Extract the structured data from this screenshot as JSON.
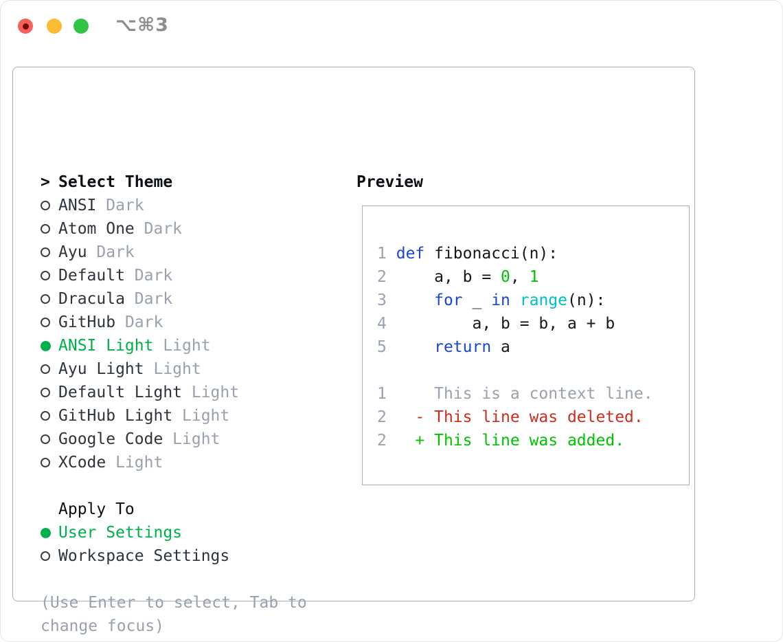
{
  "window": {
    "title": "⌥⌘3"
  },
  "colors": {
    "tl_red": "#f8605a",
    "tl_red_dot": "#730b03",
    "tl_yellow": "#fcbc33",
    "tl_green": "#30c546",
    "title_gray": "#8c8c91",
    "border": "#a8b0bb",
    "heading": "#0c0f13",
    "dark_text": "#2e343c",
    "muted": "#99a1ad",
    "ui_green": "#00b04a",
    "kw_blue": "#1a46d3",
    "builtin_cyan": "#00bfc7",
    "lit_green": "#00c300",
    "del_red": "#cb2e1c",
    "code_text": "#14171b"
  },
  "theme_picker": {
    "heading_prefix": ">",
    "heading": "Select Theme",
    "items": [
      {
        "name": "ANSI",
        "tag": "Dark",
        "selected": false
      },
      {
        "name": "Atom One",
        "tag": "Dark",
        "selected": false
      },
      {
        "name": "Ayu",
        "tag": "Dark",
        "selected": false
      },
      {
        "name": "Default",
        "tag": "Dark",
        "selected": false
      },
      {
        "name": "Dracula",
        "tag": "Dark",
        "selected": false
      },
      {
        "name": "GitHub",
        "tag": "Dark",
        "selected": false
      },
      {
        "name": "ANSI Light",
        "tag": "Light",
        "selected": true
      },
      {
        "name": "Ayu Light",
        "tag": "Light",
        "selected": false
      },
      {
        "name": "Default Light",
        "tag": "Light",
        "selected": false
      },
      {
        "name": "GitHub Light",
        "tag": "Light",
        "selected": false
      },
      {
        "name": "Google Code",
        "tag": "Light",
        "selected": false
      },
      {
        "name": "XCode",
        "tag": "Light",
        "selected": false
      }
    ]
  },
  "apply_to": {
    "heading": "Apply To",
    "options": [
      {
        "label": "User Settings",
        "selected": true
      },
      {
        "label": "Workspace Settings",
        "selected": false
      }
    ]
  },
  "hint_lines": [
    "(Use Enter to select, Tab to",
    "change focus)"
  ],
  "preview": {
    "heading": "Preview",
    "lines": [
      {
        "kind": "code-line",
        "num": "1",
        "tokens": [
          {
            "t": " ",
            "s": "plain"
          },
          {
            "t": "def",
            "s": "kw"
          },
          {
            "t": " fibonacci(n):",
            "s": "plain"
          }
        ]
      },
      {
        "kind": "code-line",
        "num": "2",
        "tokens": [
          {
            "t": "     a, b = ",
            "s": "plain"
          },
          {
            "t": "0",
            "s": "num"
          },
          {
            "t": ", ",
            "s": "plain"
          },
          {
            "t": "1",
            "s": "num"
          }
        ]
      },
      {
        "kind": "code-line",
        "num": "3",
        "tokens": [
          {
            "t": "     ",
            "s": "plain"
          },
          {
            "t": "for",
            "s": "kw"
          },
          {
            "t": " _ ",
            "s": "plain"
          },
          {
            "t": "in",
            "s": "kw"
          },
          {
            "t": " ",
            "s": "plain"
          },
          {
            "t": "range",
            "s": "builtin"
          },
          {
            "t": "(n):",
            "s": "plain"
          }
        ]
      },
      {
        "kind": "code-line",
        "num": "4",
        "tokens": [
          {
            "t": "         a, b = b, a + b",
            "s": "plain"
          }
        ]
      },
      {
        "kind": "code-line",
        "num": "5",
        "tokens": [
          {
            "t": "     ",
            "s": "plain"
          },
          {
            "t": "return",
            "s": "kw"
          },
          {
            "t": " a",
            "s": "plain"
          }
        ]
      },
      {
        "kind": "blank-line",
        "num": "",
        "tokens": []
      },
      {
        "kind": "diff-context-line",
        "num": "1",
        "tokens": [
          {
            "t": "     This is a context line.",
            "s": "context"
          }
        ]
      },
      {
        "kind": "diff-deleted-line",
        "num": "2",
        "tokens": [
          {
            "t": "   ",
            "s": "plain"
          },
          {
            "t": "- This line was deleted.",
            "s": "deleted"
          }
        ]
      },
      {
        "kind": "diff-added-line",
        "num": "2",
        "tokens": [
          {
            "t": "   ",
            "s": "plain"
          },
          {
            "t": "+ This line was added.",
            "s": "added"
          }
        ]
      }
    ]
  }
}
